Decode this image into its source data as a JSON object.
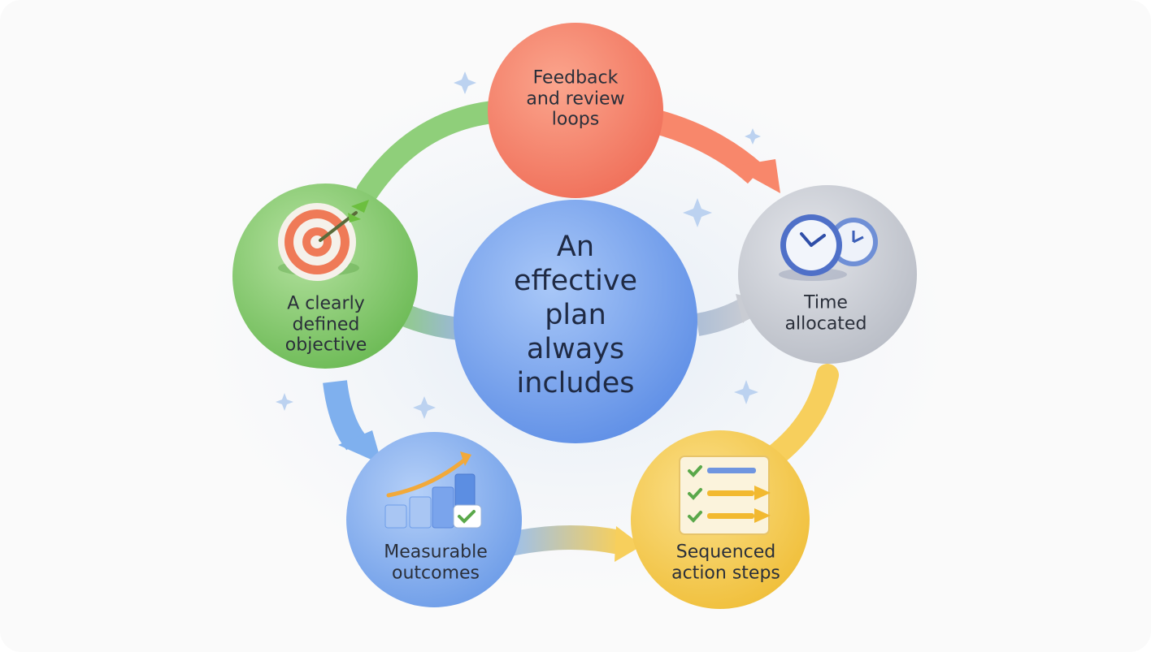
{
  "diagram": {
    "center": {
      "text": "An\neffective\nplan\nalways\nincludes",
      "color": "#7eaaf0"
    },
    "nodes": [
      {
        "id": "feedback",
        "text": "Feedback\nand review\nloops",
        "color": "#f8856a",
        "icon": "none"
      },
      {
        "id": "time",
        "text": "Time\nallocated",
        "color": "#cfd2d9",
        "icon": "clock-icon"
      },
      {
        "id": "sequenced",
        "text": "Sequenced\naction steps",
        "color": "#f7cf5c",
        "icon": "checklist-icon"
      },
      {
        "id": "measurable",
        "text": "Measurable\noutcomes",
        "color": "#8fb6f2",
        "icon": "bar-chart-icon"
      },
      {
        "id": "objective",
        "text": "A clearly\ndefined\nobjective",
        "color": "#8fce78",
        "icon": "target-icon"
      }
    ],
    "arrow_colors": {
      "objective_to_feedback": "#8fcf7a",
      "feedback_to_time": "#f8876b",
      "time_to_sequenced": "#f7cf5c",
      "measurable_to_sequenced": "#f7cf5c",
      "objective_to_measurable": "#7fb0ee"
    }
  }
}
